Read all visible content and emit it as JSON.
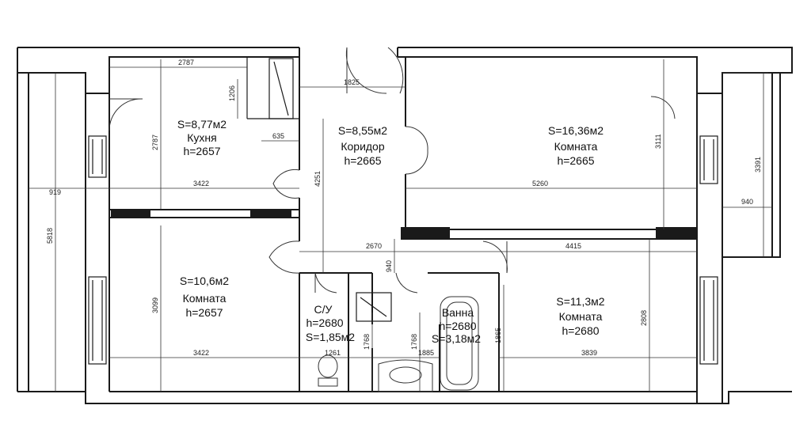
{
  "rooms": {
    "kitchen": {
      "area": "S=8,77м2",
      "name": "Кухня",
      "height": "h=2657"
    },
    "corridor": {
      "area": "S=8,55м2",
      "name": "Коридор",
      "height": "h=2665"
    },
    "room_big": {
      "area": "S=16,36м2",
      "name": "Комната",
      "height": "h=2665"
    },
    "room_left": {
      "area": "S=10,6м2",
      "name": "Комната",
      "height": "h=2657"
    },
    "wc": {
      "name": "С/У",
      "height": "h=2680",
      "area": "S=1,85м2"
    },
    "bath": {
      "name": "Ванна",
      "height": "h=2680",
      "area": "S=3,18м2"
    },
    "room_right": {
      "area": "S=11,3м2",
      "name": "Комната",
      "height": "h=2680"
    }
  },
  "dimensions": {
    "d2787h": "2787",
    "d1206": "1206",
    "d2787v": "2787",
    "d635": "635",
    "d1825": "1825",
    "d4251": "4251",
    "d3111": "3111",
    "d3391": "3391",
    "d919": "919",
    "d3422a": "3422",
    "d5260": "5260",
    "d940r": "940",
    "d5818": "5818",
    "d2670": "2670",
    "d4415": "4415",
    "d940c": "940",
    "d3099": "3099",
    "d2808": "2808",
    "d1768a": "1768",
    "d1768b": "1768",
    "d1865": "1865",
    "d3422b": "3422",
    "d1261": "1261",
    "d1885": "1885",
    "d3839": "3839"
  }
}
